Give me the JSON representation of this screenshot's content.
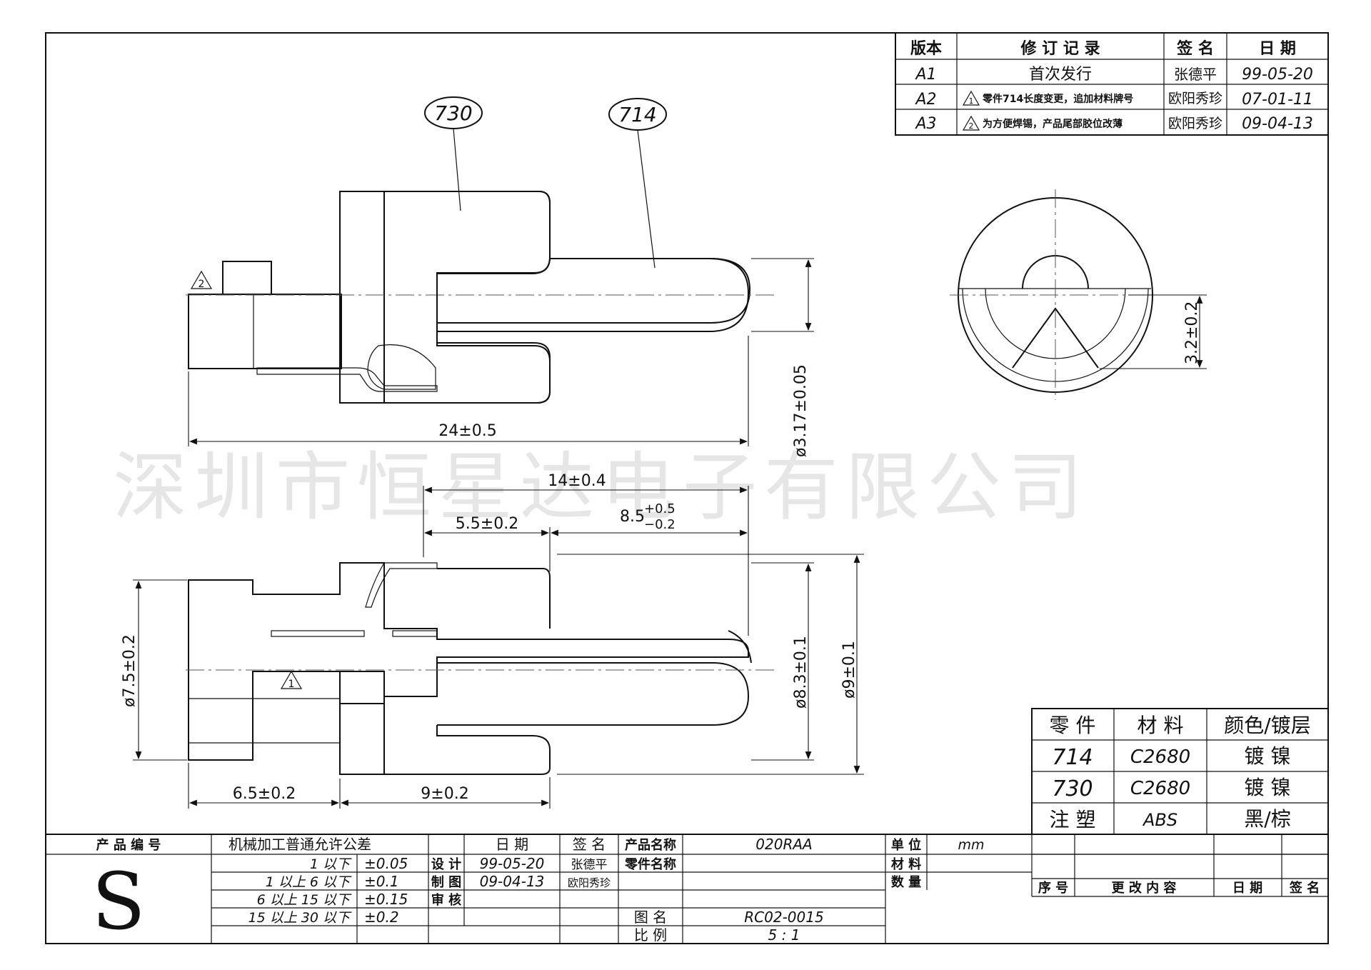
{
  "watermark": "深圳市恒星达电子有限公司",
  "revision": {
    "headers": [
      "版本",
      "修 订 记 录",
      "签 名",
      "日   期"
    ],
    "rows": [
      {
        "version": "A1",
        "record": "首次发行",
        "signer": "张德平",
        "date": "99-05-20"
      },
      {
        "version": "A2",
        "marker": "1",
        "record": "零件714长度变更，追加材料牌号",
        "signer": "欧阳秀珍",
        "date": "07-01-11"
      },
      {
        "version": "A3",
        "marker": "2",
        "record": "为方便焊锡，产品尾部胶位改薄",
        "signer": "欧阳秀珍",
        "date": "09-04-13"
      }
    ]
  },
  "balloons": {
    "part_a": "730",
    "part_b": "714"
  },
  "markers": {
    "top_view": "2",
    "bottom_view": "1"
  },
  "dimensions": {
    "overall_length": "24±0.5",
    "pin_diameter": "ø3.17±0.05",
    "end_view_height": "3.2±0.2",
    "length_14": "14±0.4",
    "length_5_5": "5.5±0.2",
    "length_8_5_base": "8.5",
    "length_8_5_upper": "+0.5",
    "length_8_5_lower": "−0.2",
    "diameter_7_5": "ø7.5±0.2",
    "diameter_8_3": "ø8.3±0.1",
    "diameter_9": "ø9±0.1",
    "length_6_5": "6.5±0.2",
    "length_9": "9±0.2"
  },
  "materials": {
    "headers": [
      "零 件",
      "材  料",
      "颜色/镀层"
    ],
    "rows": [
      {
        "part": "714",
        "material": "C2680",
        "finish": "镀 镍"
      },
      {
        "part": "730",
        "material": "C2680",
        "finish": "镀 镍"
      },
      {
        "part": "注 塑",
        "material": "ABS",
        "finish": "黑/棕"
      }
    ]
  },
  "title_block": {
    "product_code_label": "产 品 编 号",
    "logo_letter": "S",
    "tolerance_title": "机械加工普通允许公差",
    "tolerances": [
      {
        "range": "1 以下",
        "value": "±0.05"
      },
      {
        "range": "1 以上    6 以下",
        "value": "±0.1"
      },
      {
        "range": "6 以上   15 以下",
        "value": "±0.15"
      },
      {
        "range": "15 以上   30 以下",
        "value": "±0.2"
      }
    ],
    "date_label": "日   期",
    "sign_label": "签  名",
    "design_label": "设 计",
    "design_date": "99-05-20",
    "design_signer": "张德平",
    "draw_label": "制 图",
    "draw_date": "09-04-13",
    "draw_signer": "欧阳秀珍",
    "review_label": "审 核",
    "product_name_label": "产品名称",
    "product_name": "020RAA",
    "part_name_label": "零件名称",
    "drawing_no_label": "图   名",
    "drawing_no": "RC02-0015",
    "scale_label": "比   例",
    "scale": "5 : 1",
    "unit_label": "单 位",
    "unit": "mm",
    "material_label": "材 料",
    "qty_label": "数 量",
    "change_headers": {
      "seq": "序 号",
      "content": "更  改  内  容",
      "date": "日 期",
      "signer": "签 名"
    }
  }
}
